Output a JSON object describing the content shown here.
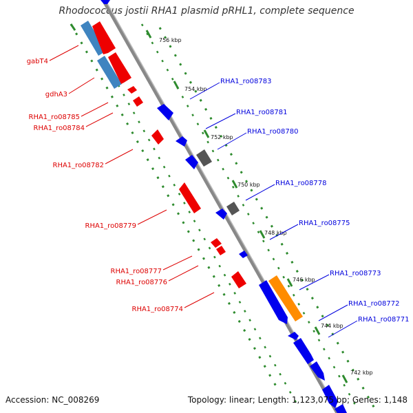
{
  "title": "Rhodococcus jostii RHA1 plasmid pRHL1, complete sequence",
  "footer": {
    "accession": "Accession: NC_008269",
    "topology": "Topology: linear; Length: 1,123,075 bp; Genes: 1,148"
  },
  "colors": {
    "forward_gene": "#0000ee",
    "reverse_gene": "#ee0000",
    "pseudo_gene": "#555555",
    "rna_gene": "#3f84c0",
    "highlight_gene": "#ff8c00",
    "backbone": "#888888",
    "tick": "#2e8b2e",
    "kbp_label": "#111111"
  },
  "kbp_labels": [
    "756 kbp",
    "754 kbp",
    "752 kbp",
    "750 kbp",
    "748 kbp",
    "746 kbp",
    "744 kbp",
    "742 kbp"
  ],
  "reverse_labels": [
    "gabT4",
    "gdhA3",
    "RHA1_ro08785",
    "RHA1_ro08784",
    "RHA1_ro08782",
    "RHA1_ro08779",
    "RHA1_ro08777",
    "RHA1_ro08776",
    "RHA1_ro08774"
  ],
  "forward_labels": [
    "RHA1_ro08783",
    "RHA1_ro08781",
    "RHA1_ro08780",
    "RHA1_ro08778",
    "RHA1_ro08775",
    "RHA1_ro08773",
    "RHA1_ro08772",
    "RHA1_ro08771"
  ]
}
